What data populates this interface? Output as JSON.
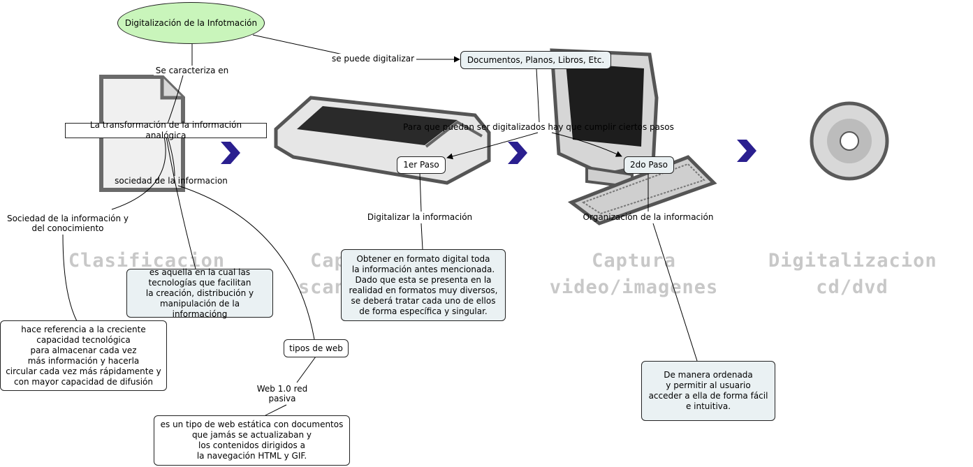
{
  "root": "Digitalización de la Infotmación",
  "links": {
    "se_caracteriza": "Se caracteriza en",
    "se_puede": "se puede digitalizar",
    "para_que": "Para que puedan ser digitalizados hay que cumplir ciertos pasos",
    "sociedad_info_link": "sociedad de la informacion",
    "digitalizar_link": "Digitalizar la información",
    "organizacion_link": "Organización de la información",
    "web10": "Web 1.0 red\npasiva"
  },
  "nodes": {
    "documentos": "Documentos, Planos, Libros, Etc.",
    "transformacion": "La transformación de la información analógica",
    "paso1": "1er Paso",
    "paso2": "2do Paso",
    "sociedad_conocimiento": "Sociedad de la información y\ndel conocimiento",
    "aquella": "es aquella en la cual las\ntecnologías que facilitan\nla creación, distribución y\nmanipulación de la informacióng",
    "obtener": "Obtener en formato digital toda\nla información antes mencionada.\nDado que esta se presenta en la\nrealidad en formatos muy diversos,\nse deberá tratar cada uno de ellos\nde forma específica y singular.",
    "hace_referencia": "hace referencia a la creciente\ncapacidad tecnológica\npara almacenar cada vez\nmás información y hacerla\ncircular cada vez más rápidamente y\ncon mayor capacidad de difusión",
    "tipos_web": "tipos de web",
    "estatica": "es un tipo de web estática con documentos\nque jamás se actualizaban y\nlos contenidos dirigidos a\nla navegación HTML y GIF.",
    "manera_ordenada": "De manera ordenada\ny permitir al usuario\nacceder a ella de forma fácil\ne intuitiva."
  },
  "background_captions": {
    "clasificacion": "Clasificacion",
    "captura_scanner": "Cap\nscann",
    "captura_video": "Captura\nvideo/imagenes",
    "digitalizacion_cd": "Digitalizacion\ncd/dvd"
  },
  "colors": {
    "root_fill": "#c9f5bb",
    "node_fill": "#eaf1f3",
    "arrow_chevron": "#2a1f8f",
    "caption_gray": "#c8c8c8"
  },
  "icons": [
    "document-icon",
    "scanner-icon",
    "computer-icon",
    "keyboard-icon",
    "disc-icon",
    "chevron-right-icon"
  ]
}
